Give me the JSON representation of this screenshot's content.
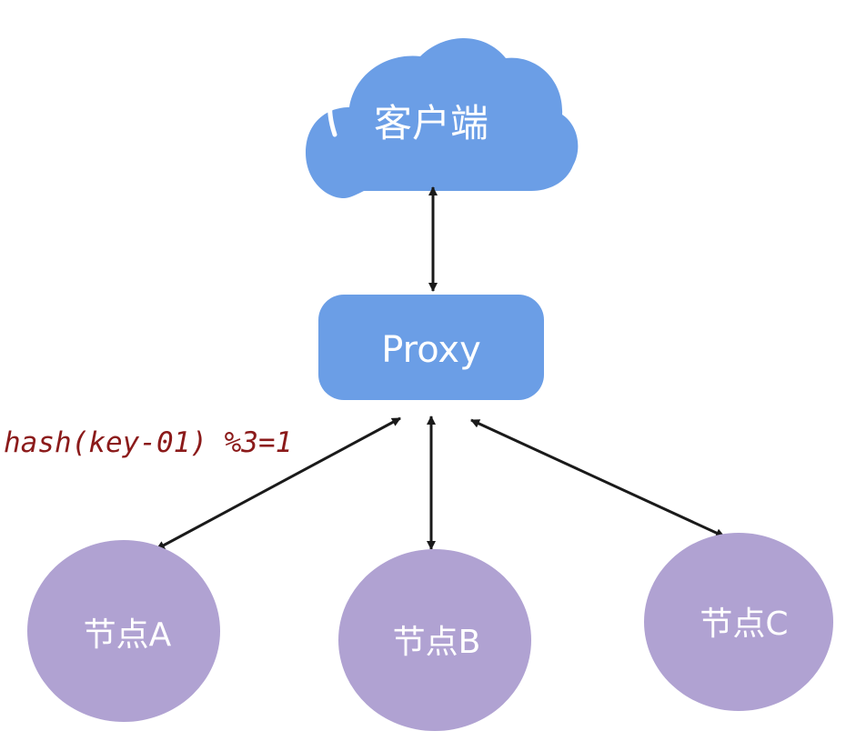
{
  "nodes": {
    "client": {
      "label": "客户端"
    },
    "proxy": {
      "label": "Proxy"
    },
    "node_a": {
      "label": "节点A"
    },
    "node_b": {
      "label": "节点B"
    },
    "node_c": {
      "label": "节点C"
    }
  },
  "annotation": {
    "text": "hash(key-01) %3=1"
  },
  "colors": {
    "client_fill": "#6b9ee6",
    "proxy_fill": "#6b9ee6",
    "node_fill": "#b0a2d2",
    "arrow": "#1a1a1a",
    "annotation_text": "#8b1a1a"
  }
}
